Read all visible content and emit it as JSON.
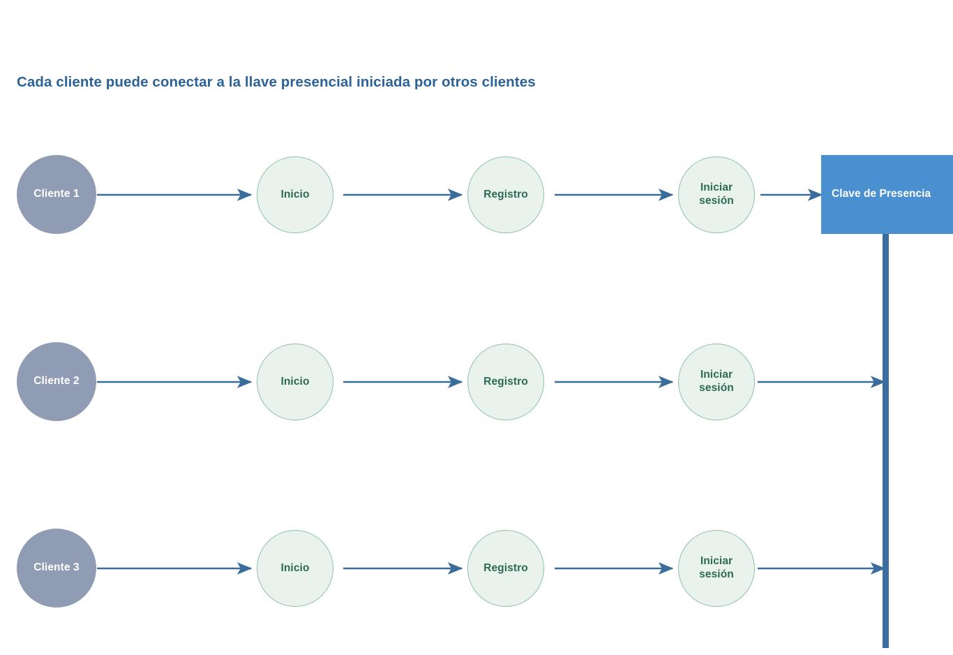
{
  "diagram": {
    "title": "Cada cliente puede conectar a la llave presencial iniciada por otros clientes",
    "title_color": "#2b6298",
    "background_color": "#ffffff",
    "palette": {
      "client_node_fill": "#909cb4",
      "client_node_text": "#ffffff",
      "step_node_fill": "#e9f2ec",
      "step_node_border": "#8cc3a8",
      "step_node_text": "#2c6b52",
      "presence_node_fill": "#4a90d0",
      "presence_node_text": "#ffffff",
      "arrow_color": "#3a6d9c",
      "lifeline_color": "#3b6e9e"
    },
    "lanes": [
      {
        "id": "lane-1",
        "client": {
          "label": "Cliente 1"
        },
        "steps": [
          {
            "id": "inicio",
            "label": "Inicio"
          },
          {
            "id": "registro",
            "label": "Registro"
          },
          {
            "id": "iniciar-sesion",
            "label_line1": "Iniciar",
            "label_line2": "sesión"
          }
        ],
        "target": "presence-key-box"
      },
      {
        "id": "lane-2",
        "client": {
          "label": "Cliente 2"
        },
        "steps": [
          {
            "id": "inicio",
            "label": "Inicio"
          },
          {
            "id": "registro",
            "label": "Registro"
          },
          {
            "id": "iniciar-sesion",
            "label_line1": "Iniciar",
            "label_line2": "sesión"
          }
        ],
        "target": "presence-lifeline"
      },
      {
        "id": "lane-3",
        "client": {
          "label": "Cliente 3"
        },
        "steps": [
          {
            "id": "inicio",
            "label": "Inicio"
          },
          {
            "id": "registro",
            "label": "Registro"
          },
          {
            "id": "iniciar-sesion",
            "label_line1": "Iniciar",
            "label_line2": "sesión"
          }
        ],
        "target": "presence-lifeline"
      }
    ],
    "presence_key": {
      "label": "Clave de Presencia"
    }
  }
}
